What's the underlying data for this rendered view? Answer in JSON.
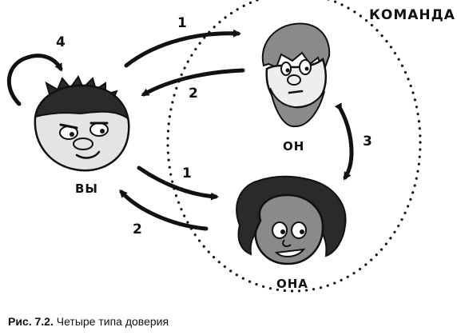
{
  "team_label": "КОМАНДА",
  "people": {
    "you": "ВЫ",
    "he": "ОН",
    "she": "ОНА"
  },
  "arrows": {
    "you_to_he": "1",
    "he_to_you": "2",
    "you_to_she": "1",
    "she_to_you": "2",
    "he_she": "3",
    "self": "4"
  },
  "caption": {
    "figure": "Рис. 7.2.",
    "text": "Четыре типа доверия"
  }
}
